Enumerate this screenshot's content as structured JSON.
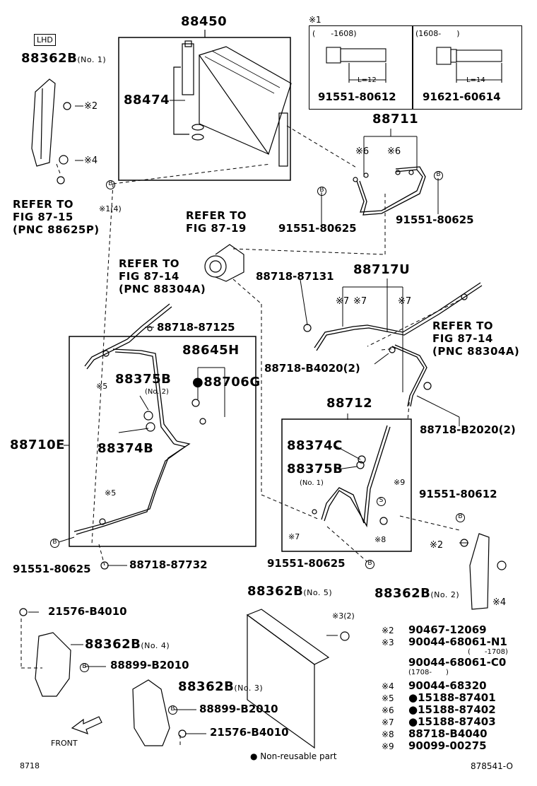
{
  "header": {
    "lhd_label": "LHD",
    "footnote_1_marker": "※1"
  },
  "bolt_table": {
    "left_range": "(　　-1608)",
    "right_range": "(1608-　　)",
    "left_length": "L=12",
    "right_length": "L=14",
    "left_part": "91551-80612",
    "right_part": "91621-60614"
  },
  "labels": {
    "p88450": "88450",
    "p88474": "88474",
    "p88362b_top": "88362B",
    "p88362b_top_note": "(No. 1)",
    "x2_a": "※2",
    "x4_a": "※4",
    "refer_8715": [
      "REFER TO",
      "FIG 87-15",
      "(PNC 88625P)"
    ],
    "b1": "B",
    "x1_4": "※1(4)",
    "p88711": "88711",
    "x6_a": "※6",
    "x6_b": "※6",
    "b2": "B",
    "b3": "B",
    "p91551_80625_a": "91551-80625",
    "p91551_80625_b": "91551-80625",
    "refer_8719": [
      "REFER TO",
      "FIG 87-19"
    ],
    "refer_8714_a": [
      "REFER TO",
      "FIG 87-14",
      "(PNC 88304A)"
    ],
    "p88718_87125": "88718-87125",
    "p88718_87131": "88718-87131",
    "p88717u": "88717U",
    "x7_a": "※7",
    "x7_b": "※7",
    "x7_c": "※7",
    "refer_8714_b": [
      "REFER TO",
      "FIG 87-14",
      "(PNC 88304A)"
    ],
    "p88645h": "88645H",
    "p88375b": "88375B",
    "p88375b_note": "(No. 2)",
    "p88706g": "●88706G",
    "x5_a": "※5",
    "p88718_b4020": "88718-B4020(2)",
    "p88712": "88712",
    "p88710e": "88710E",
    "p88374b": "88374B",
    "p88374c": "88374C",
    "p88375b_r": "88375B",
    "p88375b_r_note": "(No. 1)",
    "p88718_b2020": "88718-B2020(2)",
    "x9_a": "※9",
    "p91551_80612": "91551-80612",
    "s_mark": "S",
    "x5_b": "※5",
    "x7_d": "※7",
    "x8_a": "※8",
    "b4": "B",
    "b5": "B",
    "x2_b": "※2",
    "b6": "B",
    "p91551_80625_c": "91551-80625",
    "p88718_87732": "88718-87732",
    "p91551_80625_d": "91551-80625",
    "p88362b_no2": "88362B",
    "p88362b_no2_note": "(No. 2)",
    "x4_b": "※4",
    "p88362b_no5": "88362B",
    "p88362b_no5_note": "(No. 5)",
    "p21576_b4010_a": "21576-B4010",
    "x3_2": "※3(2)",
    "p88362b_no4": "88362B",
    "p88362b_no4_note": "(No. 4)",
    "b7": "B",
    "p88899_b2010_a": "88899-B2010",
    "p88362b_no3": "88362B",
    "p88362b_no3_note": "(No. 3)",
    "b8": "B",
    "p88899_b2010_b": "88899-B2010",
    "p21576_b4010_b": "21576-B4010",
    "front": "FRONT",
    "page_code": "8718",
    "figure_code": "878541-O"
  },
  "legend": {
    "rows": [
      {
        "mark": "※2",
        "part": "90467-12069"
      },
      {
        "mark": "※3",
        "part": "90044-68061-N1"
      },
      {
        "mark": "",
        "part": "(　　-1708)"
      },
      {
        "mark": "",
        "part": "90044-68061-C0"
      },
      {
        "mark": "",
        "part": "(1708-　　)"
      },
      {
        "mark": "※4",
        "part": "90044-68320"
      },
      {
        "mark": "※5",
        "part": "●15188-87401"
      },
      {
        "mark": "※6",
        "part": "●15188-87402"
      },
      {
        "mark": "※7",
        "part": "●15188-87403"
      },
      {
        "mark": "※8",
        "part": "88718-B4040"
      },
      {
        "mark": "※9",
        "part": "90099-00275"
      }
    ],
    "non_reusable": "● Non-reusable part"
  }
}
